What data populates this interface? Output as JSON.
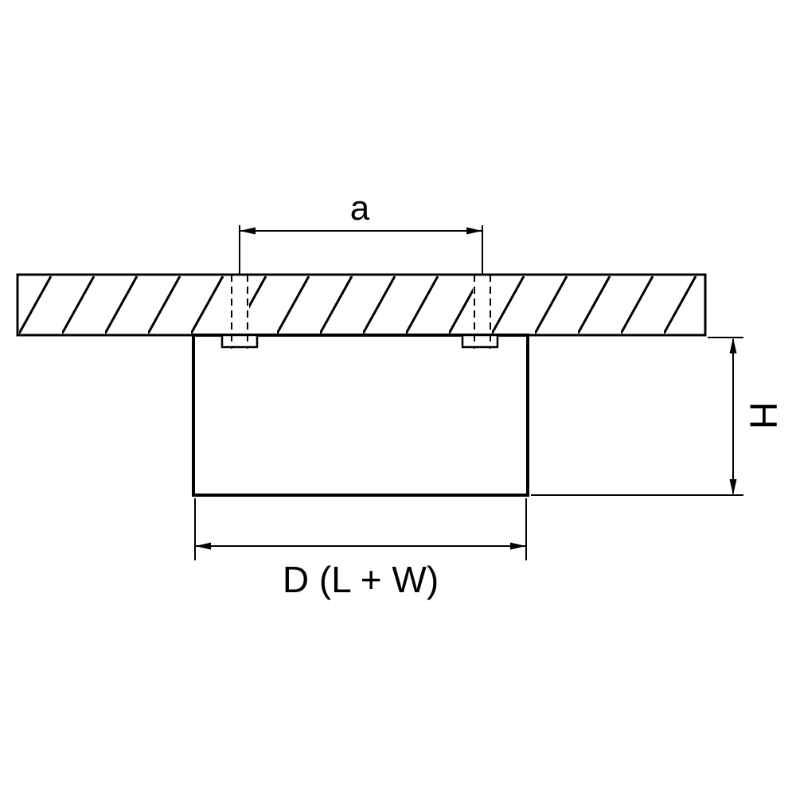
{
  "labels": {
    "spacing_a": "a",
    "height_h": "H",
    "width_d": "D (L + W)"
  },
  "colors": {
    "line": "#000000",
    "background": "#ffffff"
  }
}
